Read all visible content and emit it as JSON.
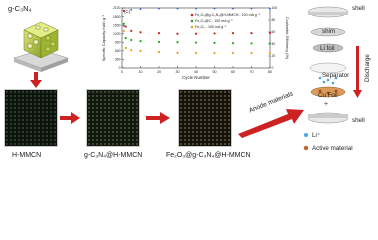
{
  "labels": {
    "g_c3n4": "g-C₃N₄",
    "h_mmcn": "H-MMCN",
    "g_c3n4_h_mmcn": "g-C₃N₄@H-MMCN",
    "fe2o3_g_c3n4_h_mmcn": "Fe₂O₃@g-C₃N₄@H-MMCN",
    "anode_materials": "Anode materials"
  },
  "battery": {
    "shell_top": "shell",
    "shim": "shim",
    "li_foil": "Li foil",
    "separator": "Separator",
    "cu_foil": "Cu Foil",
    "shell_bottom": "shell",
    "discharge": "Discharge",
    "legend_li": "Li⁺",
    "legend_active": "Active material"
  },
  "colors": {
    "series1": "#cc2222",
    "series2": "#22aa22",
    "series3": "#e8a020",
    "efficiency": "#3366cc",
    "arrow": "#cc2222",
    "cube": "#b8cc44"
  },
  "chart_data": {
    "type": "scatter",
    "panel_label": "(C)",
    "xlabel": "Cycle Number",
    "ylabel": "Specific Capacity mAh g⁻¹",
    "y2label": "Coulombic Efficiency (%)",
    "xlim": [
      0,
      80
    ],
    "ylim": [
      0,
      2100
    ],
    "y2lim": [
      0,
      100
    ],
    "xticks": [
      0,
      10,
      20,
      30,
      40,
      50,
      60,
      70,
      80
    ],
    "yticks": [
      0,
      300,
      600,
      900,
      1200,
      1500,
      1800,
      2100
    ],
    "y2ticks": [
      0,
      20,
      40,
      60,
      80,
      100
    ],
    "legend_position": "top-center",
    "series": [
      {
        "name": "Fe₂O₃@g-C₃N₄@H-MMCN - 100 mA g⁻¹",
        "x": [
          1,
          2,
          5,
          10,
          20,
          30,
          40,
          50,
          60,
          70,
          80
        ],
        "values": [
          2000,
          1450,
          1300,
          1250,
          1220,
          1200,
          1200,
          1210,
          1220,
          1220,
          1230
        ]
      },
      {
        "name": "Fe₂O₃@C - 100 mA g⁻¹",
        "x": [
          1,
          2,
          5,
          10,
          20,
          30,
          40,
          50,
          60,
          70,
          80
        ],
        "values": [
          1550,
          1050,
          980,
          940,
          910,
          900,
          890,
          880,
          870,
          860,
          860
        ]
      },
      {
        "name": "Fe₂O₃ - 100 mA g⁻¹",
        "x": [
          1,
          2,
          5,
          10,
          20,
          30,
          40,
          50,
          60,
          70,
          80
        ],
        "values": [
          1300,
          700,
          620,
          600,
          560,
          530,
          520,
          520,
          520,
          520,
          520
        ]
      }
    ],
    "efficiency_series": {
      "x": [
        1,
        5,
        10,
        20,
        30,
        40,
        50,
        60,
        70,
        80
      ],
      "values": [
        70,
        97,
        98,
        99,
        99,
        99,
        99,
        99,
        99,
        99
      ]
    }
  }
}
